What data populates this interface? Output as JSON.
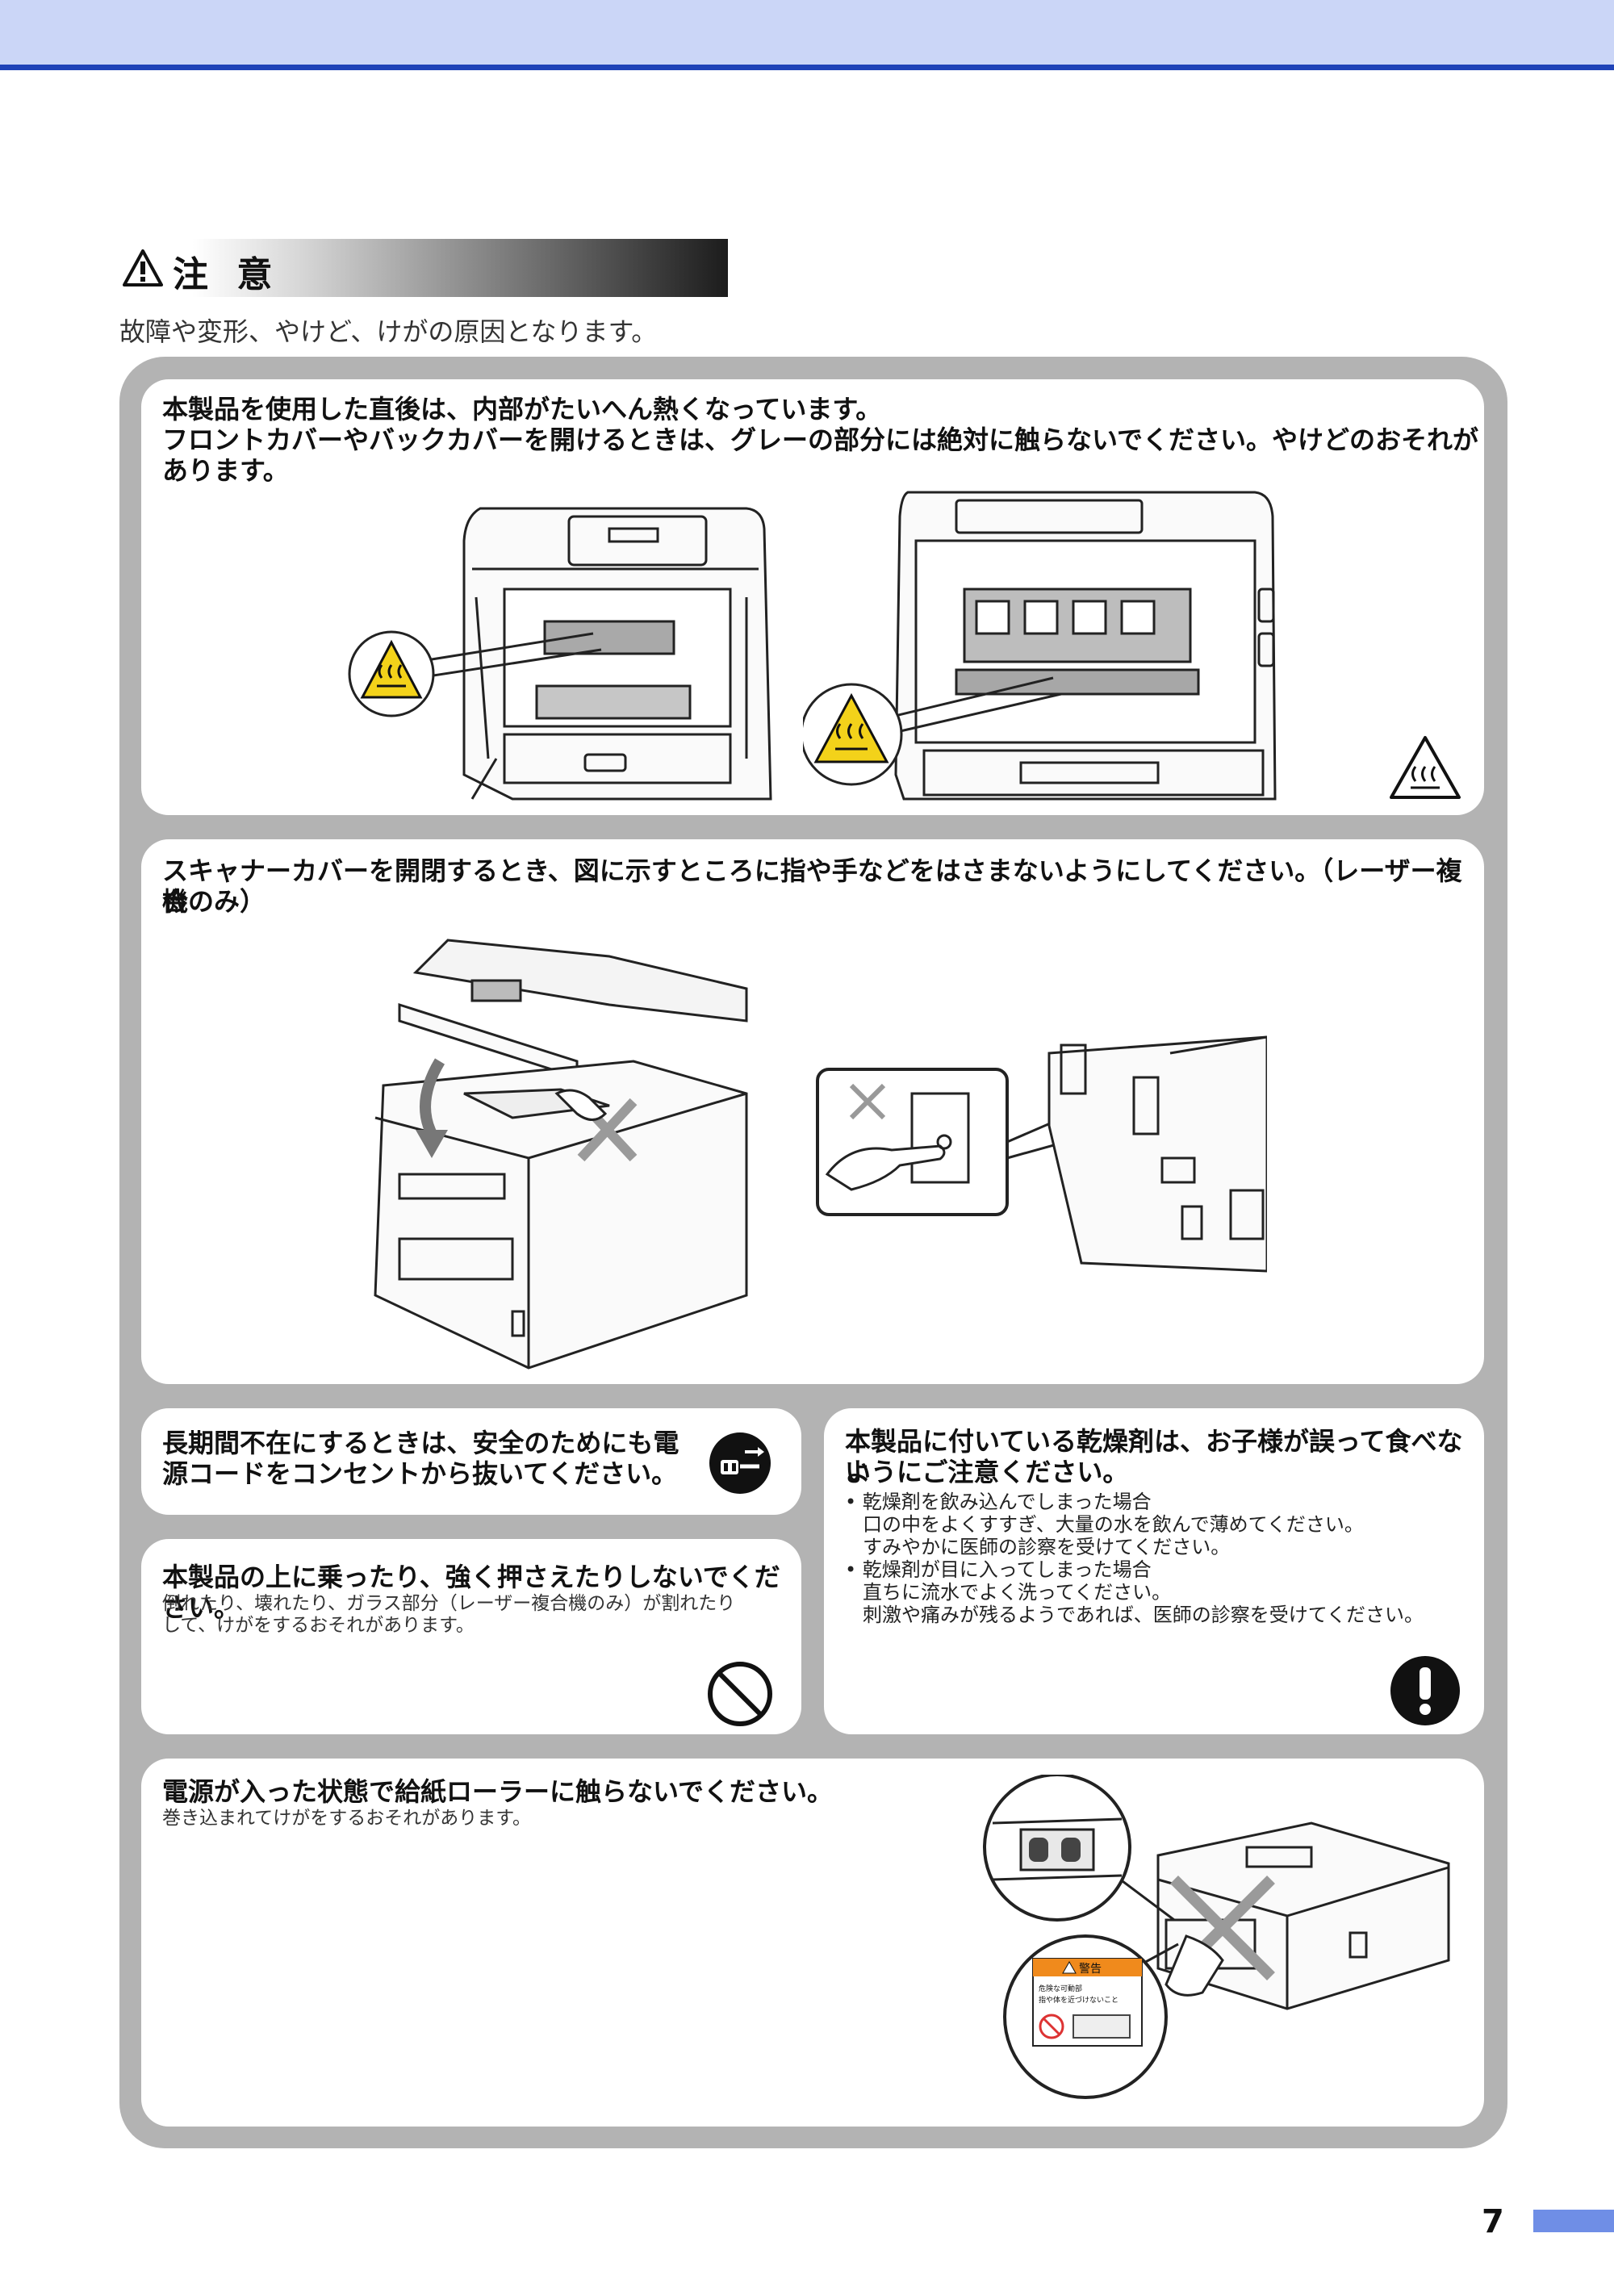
{
  "header": {
    "caution_title": "注 意",
    "caution_description": "故障や変形、やけど、けがの原因となります。"
  },
  "panel1": {
    "lines": [
      "本製品を使用した直後は、内部がたいへん熱くなっています。",
      "フロントカバーやバックカバーを開けるときは、グレーの部分には絶対に触らないでください。やけどのおそれが",
      "あります。"
    ]
  },
  "panel2": {
    "lines": [
      "スキャナーカバーを開閉するとき、図に示すところに指や手などをはさまないようにしてください。（レーザー複合",
      "機のみ）"
    ]
  },
  "panel3": {
    "lines": [
      "長期間不在にするときは、安全のためにも電",
      "源コードをコンセントから抜いてください。"
    ]
  },
  "panel4": {
    "title": "本製品の上に乗ったり、強く押さえたりしないでください。",
    "body_lines": [
      "倒れたり、壊れたり、ガラス部分（レーザー複合機のみ）が割れたり",
      "して、けがをするおそれがあります。"
    ]
  },
  "panel5": {
    "lines": [
      "本製品に付いている乾燥剤は、お子様が誤って食べない",
      "ようにご注意ください。"
    ],
    "bullets": [
      {
        "title": "乾燥剤を飲み込んでしまった場合",
        "lines": [
          "口の中をよくすすぎ、大量の水を飲んで薄めてください。",
          "すみやかに医師の診察を受けてください。"
        ]
      },
      {
        "title": "乾燥剤が目に入ってしまった場合",
        "lines": [
          "直ちに流水でよく洗ってください。",
          "刺激や痛みが残るようであれば、医師の診察を受けてください。"
        ]
      }
    ]
  },
  "panel6": {
    "title": "電源が入った状態で給紙ローラーに触らないでください。",
    "body": "巻き込まれてけがをするおそれがあります。"
  },
  "label": {
    "warning": "警告",
    "line1": "危険な可動部",
    "line2": "指や体を近づけないこと"
  },
  "colors": {
    "top_band": "#cbd6f7",
    "top_line": "#1f43b8",
    "frame_gray": "#b3b3b3",
    "hot_yellow": "#f3d21a",
    "label_orange": "#f08a1c",
    "page_tab": "#6f8ee6"
  },
  "footer": {
    "page_number": "7"
  }
}
